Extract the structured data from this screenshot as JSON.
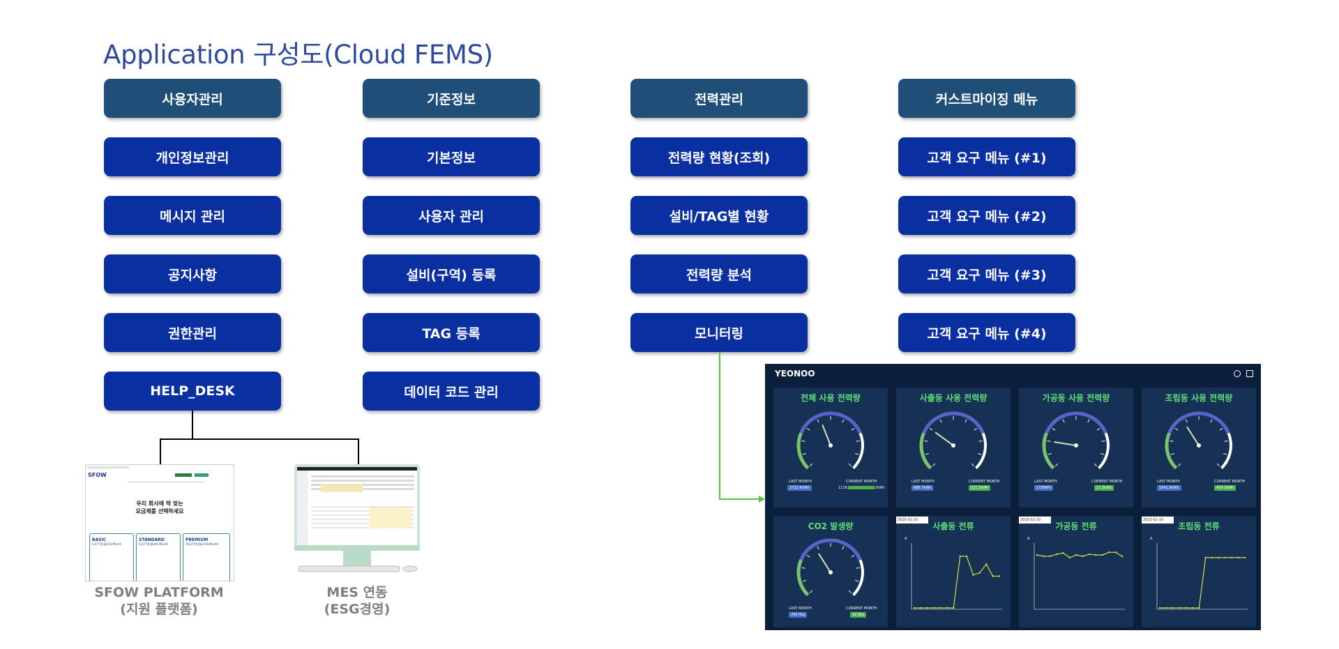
{
  "title": "Application 구성도(Cloud FEMS)",
  "columns": [
    {
      "header": "사용자관리",
      "items": [
        "개인정보관리",
        "메시지 관리",
        "공지사항",
        "권한관리",
        "HELP_DESK"
      ]
    },
    {
      "header": "기준정보",
      "items": [
        "기본정보",
        "사용자 관리",
        "설비(구역) 등록",
        "TAG 등록",
        "데이터 코드 관리"
      ]
    },
    {
      "header": "전력관리",
      "items": [
        "전력량 현황(조회)",
        "설비/TAG별 현황",
        "전력량 분석",
        "모니터링"
      ]
    },
    {
      "header": "커스트마이징 메뉴",
      "items": [
        "고객 요구 메뉴 (#1)",
        "고객 요구 메뉴 (#2)",
        "고객 요구 메뉴 (#3)",
        "고객 요구 메뉴 (#4)"
      ]
    }
  ],
  "captions": {
    "sfow_line1": "SFOW PLATFORM",
    "sfow_line2": "(지원 플랫폼)",
    "mes_line1": "MES 연동",
    "mes_line2": "(ESG경영)"
  },
  "sfow": {
    "logo": "SFOW",
    "headline1": "우리 회사에 딱 맞는",
    "headline2": "요금제를 선택하세요",
    "plans": [
      {
        "name": "BASIC",
        "price": "5,677원/월($6)/Month"
      },
      {
        "name": "STANDARD",
        "price": "6,677원/월($6)/Month"
      },
      {
        "name": "PREMIUM",
        "price": "16,677원/월($16)/Month"
      }
    ]
  },
  "dashboard": {
    "logo": "YEONOO",
    "gauges": [
      {
        "title": "전체 사용 전력량",
        "last": "2712.6kWh",
        "current": "1118.",
        "current_tail": "2kWh",
        "value": 0.42
      },
      {
        "title": "사출동 사용 전력량",
        "last": "698.7kWh",
        "current": "221.5kWh",
        "value": 0.3
      },
      {
        "title": "가공동 사용 전력량",
        "last": "1739Wh",
        "current": "17.2kWh",
        "value": 0.2
      },
      {
        "title": "조립동 사용 전력량",
        "last": "1841.9kWh",
        "current": "459.2kWh",
        "value": 0.38
      }
    ],
    "co2": {
      "title": "CO2 발생량",
      "last": "293.4kg",
      "current": "92.9kg",
      "value": 0.38
    },
    "gauge_labels": {
      "last": "LAST MONTH",
      "current": "CURRENT MONTH"
    },
    "currents": [
      {
        "title": "사출동 전류",
        "date": "2025-02-10",
        "unit": "A"
      },
      {
        "title": "가공동 전류",
        "date": "2025-02-10",
        "unit": "A"
      },
      {
        "title": "조립동 전류",
        "date": "2025-02-10",
        "unit": "A"
      }
    ]
  },
  "colors": {
    "header": "#1f4e79",
    "item": "#0a2fa1",
    "title": "#2e4a9e",
    "connector_green": "#4fc83a",
    "panel_title": "#5fe07a"
  }
}
